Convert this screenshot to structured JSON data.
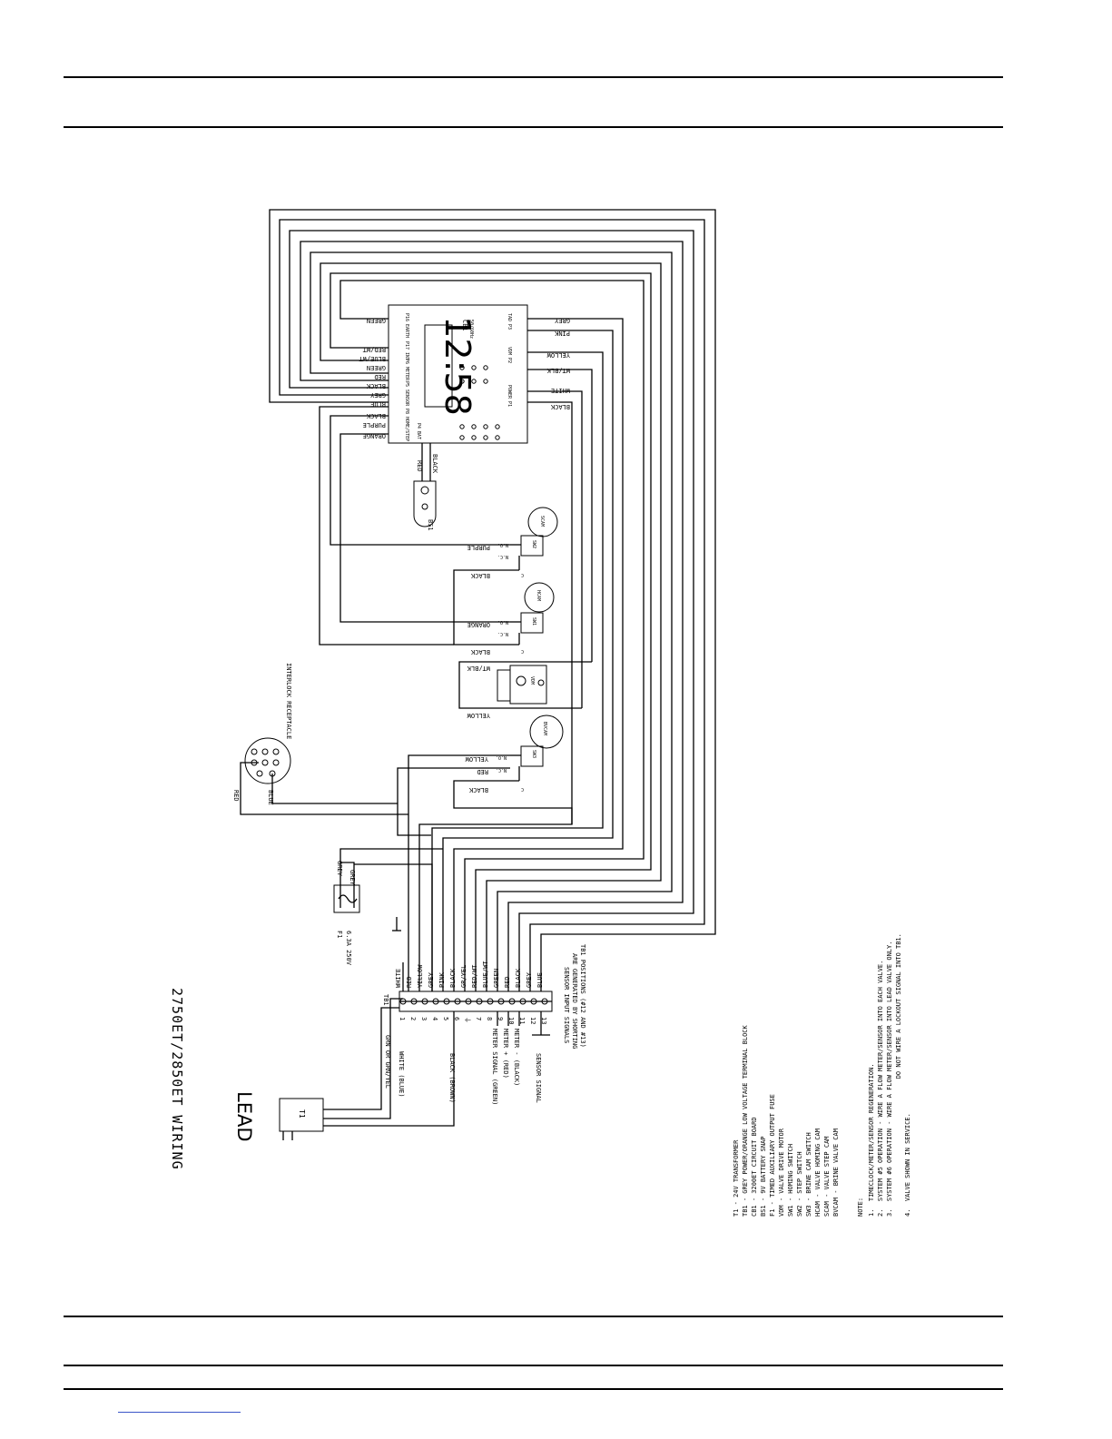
{
  "title": "2750ET/2850ET WIRING",
  "lead": "LEAD",
  "board": {
    "id": "CB1",
    "freq": "50/60Hz",
    "clock": "12:58",
    "left_terminals": [
      "GREEN",
      "RED/WT",
      "BLUE/WT",
      "GREEN",
      "RED",
      "BLACK",
      "GREY",
      "BLUE",
      "BLACK",
      "PURPLE",
      "ORANGE"
    ],
    "left_groups": [
      "P16 EARTH",
      "P17 INT",
      "P6 METER",
      "P5 SENSOR",
      "P8 HOME/STEP",
      "P4 BAT"
    ],
    "right_terminals": [
      "GREY",
      "PINK",
      "YELLOW",
      "WT/BLK",
      "WHITE",
      "BLACK"
    ],
    "right_groups": [
      "TAD P3",
      "VDM P2",
      "POWER P1"
    ],
    "battery_wires": [
      "RED",
      "BLACK"
    ]
  },
  "bs1": "BS1",
  "sw2": {
    "label": "SW2",
    "cam": "SCAM",
    "no": "N.O.",
    "nc": "N.C.",
    "c": "C",
    "wire_no": "PURPLE",
    "wire_c": "BLACK"
  },
  "sw1": {
    "label": "SW1",
    "cam": "HCAM",
    "no": "N.O.",
    "nc": "N.C.",
    "c": "C",
    "wire_no": "ORANGE",
    "wire_c": "BLACK"
  },
  "vdm": {
    "label": "VDM",
    "wire_a": "WT/BLK",
    "wire_b": "YELLOW"
  },
  "sw3": {
    "label": "SW3",
    "cam": "BVCAM",
    "no": "N.O.",
    "nc": "N.C.",
    "c": "C",
    "wire_no": "YELLOW",
    "wire_nc": "RED",
    "wire_c": "BLACK"
  },
  "interlock": {
    "label": "INTERLOCK RECEPTACLE",
    "wire_red": "RED",
    "wire_blue": "BLUE"
  },
  "fuse": {
    "label": "F1",
    "rating": "6.3A 250V",
    "wire1": "GREY",
    "wire2": "GREY"
  },
  "tb1": {
    "label": "TB1",
    "positions": [
      "1",
      "2",
      "3",
      "4",
      "5",
      "6",
      "⏚",
      "7",
      "8",
      "9",
      "10",
      "11",
      "12",
      "13"
    ],
    "wires": [
      "WHITE",
      "RED",
      "YELLOW",
      "GREY",
      "PINK",
      "BLACK",
      "GR/YEL",
      "RED/WT",
      "BLUE/WT",
      "GREEN",
      "RED",
      "BLACK",
      "GREY",
      "BLUE"
    ]
  },
  "transformer": {
    "label": "T1",
    "leads": [
      "GRN OR GRN/YEL",
      "WHITE (BLUE)",
      "BLACK (BROWN)"
    ]
  },
  "meter_labels": [
    "METER SIGNAL (GREEN)",
    "METER + (RED)",
    "METER - (BLACK)",
    "SENSOR SIGNAL"
  ],
  "sensor_note": [
    "SENSOR INPUT SIGNALS",
    "ARE GENERATED BY SHORTING",
    "TB1 POSITIONS (#12 AND #13)"
  ],
  "legend": [
    "T1 - 24V TRANSFORMER",
    "TB1 - GREY POWER/ORANGE LOW VOLTAGE TERMINAL BLOCK",
    "CB1 - 3200ET CIRCUIT BOARD",
    "BS1 - 9V BATTERY SNAP",
    "F1 - TIMED AUXILIARY OUTPUT FUSE",
    "VDM - VALVE DRIVE MOTOR",
    "SW1 - HOMING SWITCH",
    "SW2 - STEP SWITCH",
    "SW3 - BRINE CAM SWITCH",
    "HCAM - VALVE HOMING CAM",
    "SCAM - VALVE STEP CAM",
    "BVCAM - BRINE VALVE CAM"
  ],
  "notes_title": "NOTE:",
  "notes": [
    "1.  TIMECLOCK/METER/SENSOR REGENERATION.",
    "2.  SYSTEM #5 OPERATION - WIRE A FLOW METER/SENSOR INTO EACH VALVE.",
    "3.  SYSTEM #6 OPERATION - WIRE A FLOW METER/SENSOR INTO LEAD VALVE ONLY.",
    "                                    DO NOT WIRE A LOCKOUT SIGNAL INTO TB1.",
    "4.  VALVE SHOWN IN SERVICE."
  ]
}
